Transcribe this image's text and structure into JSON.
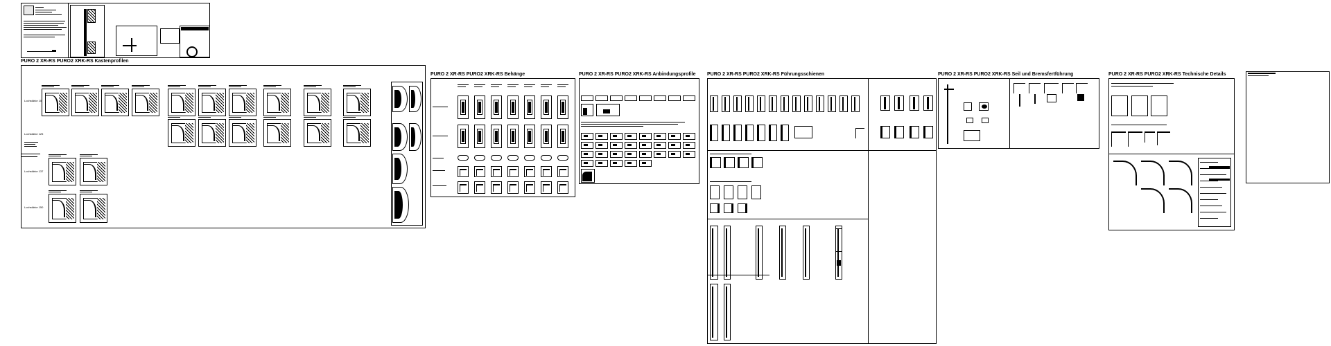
{
  "sheets": {
    "kastenprofilen": {
      "title": "PURO 2 XR-RS PURO2 XRK-RS Kastenprofilen"
    },
    "behaenge": {
      "title": "PURO 2 XR-RS PURO2 XRK-RS Behänge"
    },
    "anbindungsprofile": {
      "title": "PURO 2 XR-RS PURO2 XRK-RS Anbindungsprofile"
    },
    "fuehrungsschienen": {
      "title": "PURO 2 XR-RS PURO2 XRK-RS Führungsschienen"
    },
    "seil": {
      "title": "PURO 2 XR-RS PURO2 XRK-RS Seil und Bremsfertführung"
    },
    "technische": {
      "title": "PURO 2 XR-RS PURO2 XRK-RS Technische Details"
    }
  },
  "row_labels": {
    "r1": "Lochstärke 105",
    "r2": "Lochstärke 125",
    "r3": "Lochstärke 137",
    "r4": "Lochstärke 150"
  }
}
